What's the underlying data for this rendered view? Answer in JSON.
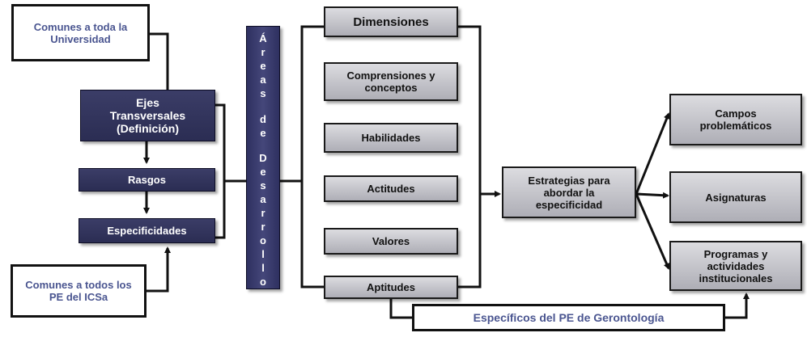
{
  "diagram": {
    "comunes_universidad": "Comunes a toda la Universidad",
    "ejes_transversales": "Ejes Transversales (Definición)",
    "rasgos": "Rasgos",
    "especificidades": "Especificidades",
    "comunes_pe": "Comunes a todos los PE del ICSa",
    "areas_de_desarrollo": [
      "Á",
      "r",
      "e",
      "a",
      "s",
      "",
      "d",
      "e",
      "",
      "D",
      "e",
      "s",
      "a",
      "r",
      "r",
      "o",
      "l",
      "l",
      "o"
    ],
    "dimensiones": "Dimensiones",
    "comprensiones": "Comprensiones y conceptos",
    "habilidades": "Habilidades",
    "actitudes": "Actitudes",
    "valores": "Valores",
    "aptitudes": "Aptitudes",
    "estrategias": "Estrategias para abordar la especificidad",
    "campos": "Campos problemáticos",
    "asignaturas": "Asignaturas",
    "programas": "Programas y actividades institucionales",
    "especificos_gerontologia": "Específicos del PE de Gerontología"
  },
  "colors": {
    "outline_text": "#4a5590",
    "dark_box": "#2e3060",
    "gray_box": "#c4c4ca",
    "line": "#111111"
  }
}
